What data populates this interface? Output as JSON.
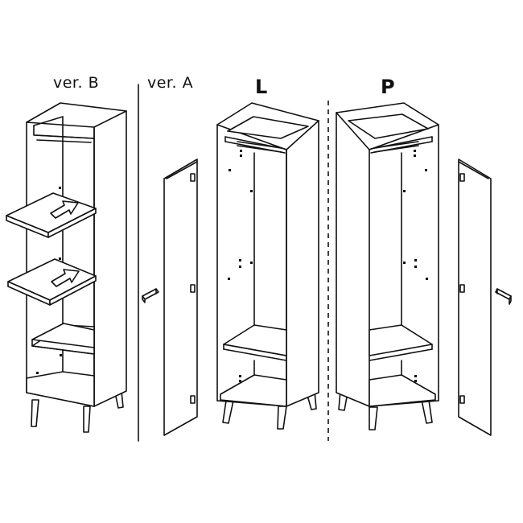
{
  "labels": {
    "ver_b": "ver. B",
    "ver_a": "ver. A",
    "left": "L",
    "right": "P"
  },
  "colors": {
    "line": "#111111",
    "background": "#ffffff"
  },
  "icons": [
    "arrow-icon",
    "hinge-icon",
    "handle-icon"
  ]
}
